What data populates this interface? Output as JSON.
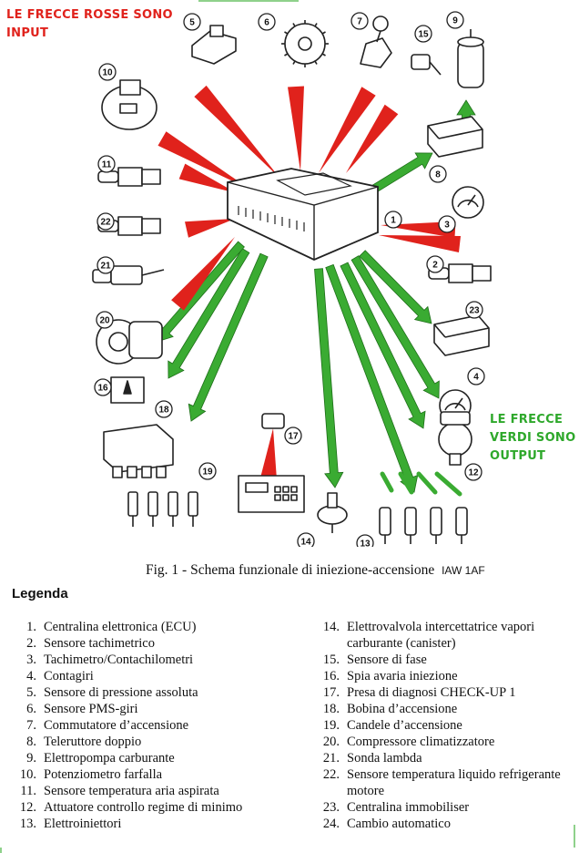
{
  "notes": {
    "red_line1": "LE FRECCE ROSSE SONO",
    "red_line2": "INPUT",
    "green_line1": "LE FRECCE",
    "green_line2": "VERDI SONO",
    "green_line3": "OUTPUT"
  },
  "colors": {
    "input_arrow": "#e0221c",
    "output_arrow": "#3aab32",
    "note_red": "#e0221c",
    "note_green": "#2ea82b"
  },
  "caption": {
    "text": "Fig. 1 - Schema funzionale di iniezione-accensione",
    "code": "IAW 1AF"
  },
  "legend": {
    "title": "Legenda",
    "left": [
      {
        "n": "1.",
        "t": "Centralina elettronica (ECU)"
      },
      {
        "n": "2.",
        "t": "Sensore tachimetrico"
      },
      {
        "n": "3.",
        "t": "Tachimetro/Contachilometri"
      },
      {
        "n": "4.",
        "t": "Contagiri"
      },
      {
        "n": "5.",
        "t": "Sensore di pressione assoluta"
      },
      {
        "n": "6.",
        "t": "Sensore PMS-giri"
      },
      {
        "n": "7.",
        "t": "Commutatore d’accensione"
      },
      {
        "n": "8.",
        "t": "Teleruttore doppio"
      },
      {
        "n": "9.",
        "t": "Elettropompa carburante"
      },
      {
        "n": "10.",
        "t": "Potenziometro farfalla"
      },
      {
        "n": "11.",
        "t": "Sensore temperatura aria aspirata"
      },
      {
        "n": "12.",
        "t": "Attuatore controllo regime di minimo"
      },
      {
        "n": "13.",
        "t": "Elettroiniettori"
      }
    ],
    "right": [
      {
        "n": "14.",
        "t": "Elettrovalvola intercettatrice vapori carburante (canister)"
      },
      {
        "n": "15.",
        "t": "Sensore di fase"
      },
      {
        "n": "16.",
        "t": "Spia avaria iniezione"
      },
      {
        "n": "17.",
        "t": "Presa di diagnosi CHECK-UP 1"
      },
      {
        "n": "18.",
        "t": "Bobina d’accensione"
      },
      {
        "n": "19.",
        "t": "Candele d’accensione"
      },
      {
        "n": "20.",
        "t": "Compressore climatizzatore"
      },
      {
        "n": "21.",
        "t": "Sonda lambda"
      },
      {
        "n": "22.",
        "t": "Sensore temperatura liquido refrigerante motore"
      },
      {
        "n": "23.",
        "t": "Centralina immobiliser"
      },
      {
        "n": "24.",
        "t": "Cambio automatico"
      }
    ]
  },
  "components": [
    {
      "num": "1",
      "role": "ecu"
    },
    {
      "num": "2",
      "role": "input"
    },
    {
      "num": "3",
      "role": "input"
    },
    {
      "num": "4",
      "role": "output"
    },
    {
      "num": "5",
      "role": "input"
    },
    {
      "num": "6",
      "role": "input"
    },
    {
      "num": "7",
      "role": "input"
    },
    {
      "num": "8",
      "role": "output"
    },
    {
      "num": "9",
      "role": "output"
    },
    {
      "num": "10",
      "role": "input"
    },
    {
      "num": "11",
      "role": "input"
    },
    {
      "num": "12",
      "role": "output"
    },
    {
      "num": "13",
      "role": "output"
    },
    {
      "num": "14",
      "role": "output"
    },
    {
      "num": "15",
      "role": "input"
    },
    {
      "num": "16",
      "role": "output"
    },
    {
      "num": "17",
      "role": "input"
    },
    {
      "num": "18",
      "role": "output"
    },
    {
      "num": "19",
      "role": "output"
    },
    {
      "num": "20",
      "role": "output"
    },
    {
      "num": "21",
      "role": "input"
    },
    {
      "num": "22",
      "role": "input"
    },
    {
      "num": "23",
      "role": "output"
    }
  ]
}
